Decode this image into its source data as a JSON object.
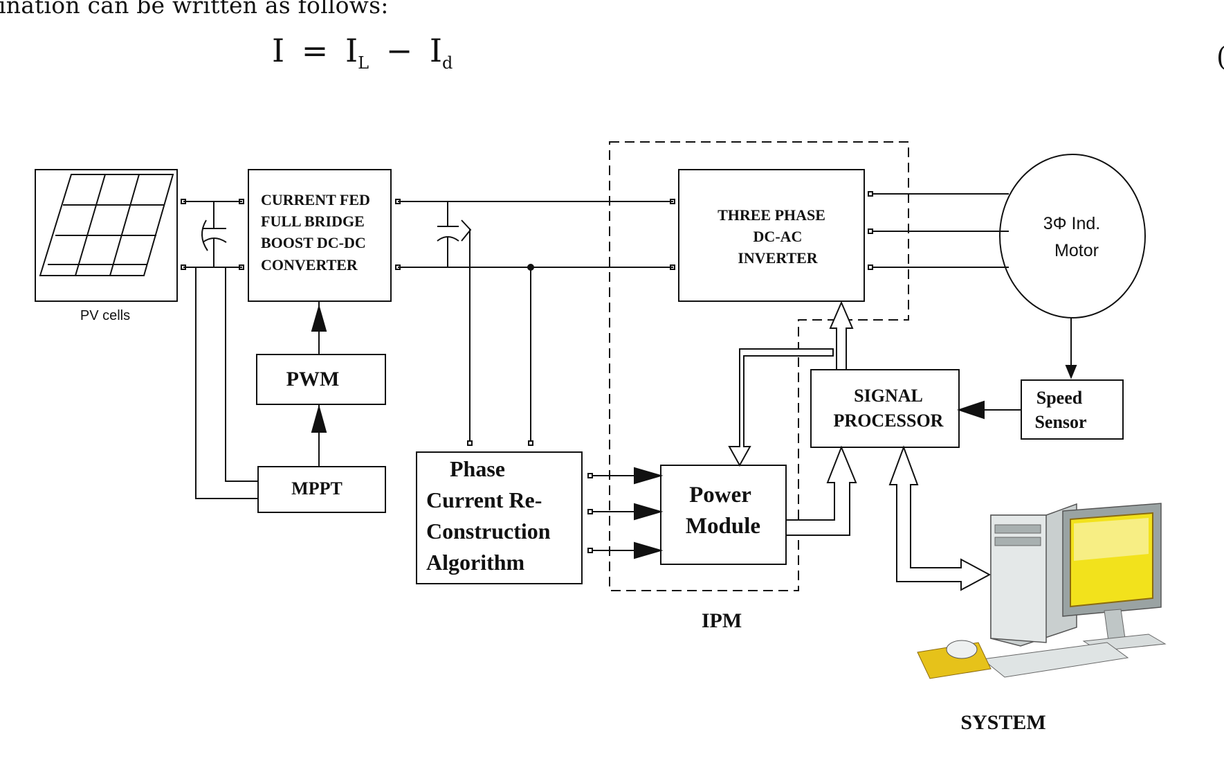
{
  "document": {
    "intro_text": "ination can be written as follows:",
    "equation": {
      "lhs": "I",
      "op1": "=",
      "term1": "I",
      "sub1": "L",
      "op2": "−",
      "term2": "I",
      "sub2": "d"
    },
    "equation_number_fragment": "("
  },
  "diagram": {
    "pv_label": "PV cells",
    "converter_lines": [
      "CURRENT FED",
      "FULL BRIDGE",
      "BOOST DC-DC",
      "CONVERTER"
    ],
    "pwm_label": "PWM",
    "mppt_label": "MPPT",
    "inverter_lines": [
      "THREE PHASE",
      "DC-AC",
      "INVERTER"
    ],
    "motor_lines": [
      "3Φ Ind.",
      "Motor"
    ],
    "signal_processor_lines": [
      "SIGNAL",
      "PROCESSOR"
    ],
    "speed_sensor_lines": [
      "Speed",
      "Sensor"
    ],
    "phase_current_lines": [
      "Phase",
      "Current Re-",
      "Construction",
      "Algorithm"
    ],
    "power_module_lines": [
      "Power",
      "Module"
    ],
    "ipm_label": "IPM",
    "system_label": "SYSTEM"
  },
  "colors": {
    "line": "#111111",
    "monitor_screen": "#f2e21c",
    "mousepad": "#e6c21a",
    "computer_gray": "#c9cfcf"
  }
}
